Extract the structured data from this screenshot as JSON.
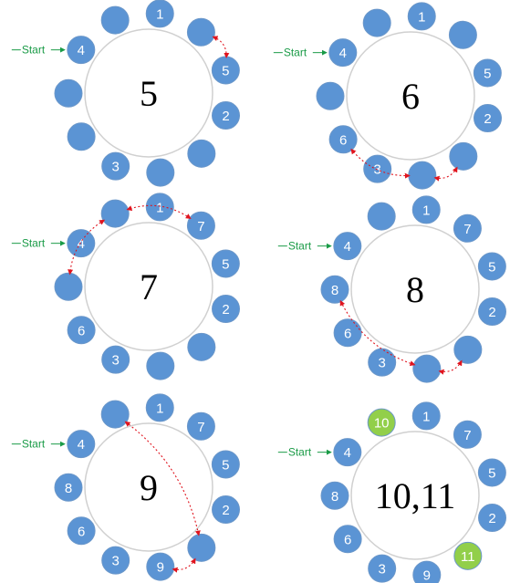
{
  "colors": {
    "slot_fill": "#5b94d4",
    "highlight_fill": "#92cf4a",
    "start_text": "#1a9b47",
    "arrow": "#e0141e"
  },
  "start_label": "Start",
  "panels": [
    {
      "center": "5",
      "start_marker": true,
      "slots": [
        {
          "label": "1"
        },
        {
          "label": ""
        },
        {
          "label": "5"
        },
        {
          "label": "2"
        },
        {
          "label": ""
        },
        {
          "label": ""
        },
        {
          "label": "3"
        },
        {
          "label": ""
        },
        {
          "label": ""
        },
        {
          "label": "4"
        },
        {
          "label": ""
        }
      ],
      "arrows": [
        [
          1,
          2
        ]
      ]
    },
    {
      "center": "6",
      "start_marker": true,
      "slots": [
        {
          "label": "1"
        },
        {
          "label": ""
        },
        {
          "label": "5"
        },
        {
          "label": "2"
        },
        {
          "label": ""
        },
        {
          "label": ""
        },
        {
          "label": "3"
        },
        {
          "label": "6"
        },
        {
          "label": ""
        },
        {
          "label": "4"
        },
        {
          "label": ""
        }
      ],
      "arrows": [
        [
          4,
          5
        ],
        [
          5,
          7
        ]
      ]
    },
    {
      "center": "7",
      "start_marker": true,
      "slots": [
        {
          "label": "1"
        },
        {
          "label": "7"
        },
        {
          "label": "5"
        },
        {
          "label": "2"
        },
        {
          "label": ""
        },
        {
          "label": ""
        },
        {
          "label": "3"
        },
        {
          "label": "6"
        },
        {
          "label": ""
        },
        {
          "label": "4"
        },
        {
          "label": ""
        }
      ],
      "arrows": [
        [
          1,
          10
        ],
        [
          10,
          8
        ]
      ]
    },
    {
      "center": "8",
      "start_marker": true,
      "slots": [
        {
          "label": "1"
        },
        {
          "label": "7"
        },
        {
          "label": "5"
        },
        {
          "label": "2"
        },
        {
          "label": ""
        },
        {
          "label": ""
        },
        {
          "label": "3"
        },
        {
          "label": "6"
        },
        {
          "label": "8"
        },
        {
          "label": "4"
        },
        {
          "label": ""
        }
      ],
      "arrows": [
        [
          4,
          5
        ],
        [
          5,
          8
        ]
      ]
    },
    {
      "center": "9",
      "start_marker": true,
      "slots": [
        {
          "label": "1"
        },
        {
          "label": "7"
        },
        {
          "label": "5"
        },
        {
          "label": "2"
        },
        {
          "label": ""
        },
        {
          "label": "9"
        },
        {
          "label": "3"
        },
        {
          "label": "6"
        },
        {
          "label": "8"
        },
        {
          "label": "4"
        },
        {
          "label": ""
        }
      ],
      "arrows": [
        [
          10,
          4
        ],
        [
          4,
          5
        ]
      ]
    },
    {
      "center": "10,11",
      "start_marker": true,
      "slots": [
        {
          "label": "1"
        },
        {
          "label": "7"
        },
        {
          "label": "5"
        },
        {
          "label": "2"
        },
        {
          "label": "11",
          "highlight": true
        },
        {
          "label": "9"
        },
        {
          "label": "3"
        },
        {
          "label": "6"
        },
        {
          "label": "8"
        },
        {
          "label": "4"
        },
        {
          "label": "10",
          "highlight": true
        }
      ],
      "arrows": []
    }
  ]
}
